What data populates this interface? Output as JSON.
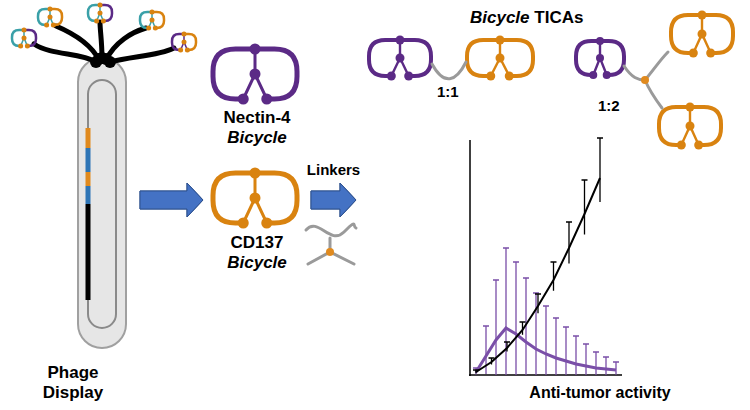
{
  "diagram": {
    "nodes": [
      {
        "text": [
          "Phage Display"
        ]
      },
      {
        "text": [
          "Nectin-4 Bicycle"
        ]
      },
      {
        "text": [
          "CD137 Bicycle"
        ]
      },
      {
        "text": [
          "Bicycle TICAs"
        ]
      }
    ],
    "edges": [
      {
        "from": 0,
        "to": 1,
        "arrow": "to"
      },
      {
        "from": 0,
        "to": 2,
        "arrow": "to"
      },
      {
        "from": 1,
        "to": 3,
        "arrow": "to",
        "label": "Linkers"
      },
      {
        "from": 2,
        "to": 3,
        "arrow": "to"
      }
    ],
    "labels": [
      "1:1",
      "1:2",
      "Anti-tumor activity"
    ]
  }
}
